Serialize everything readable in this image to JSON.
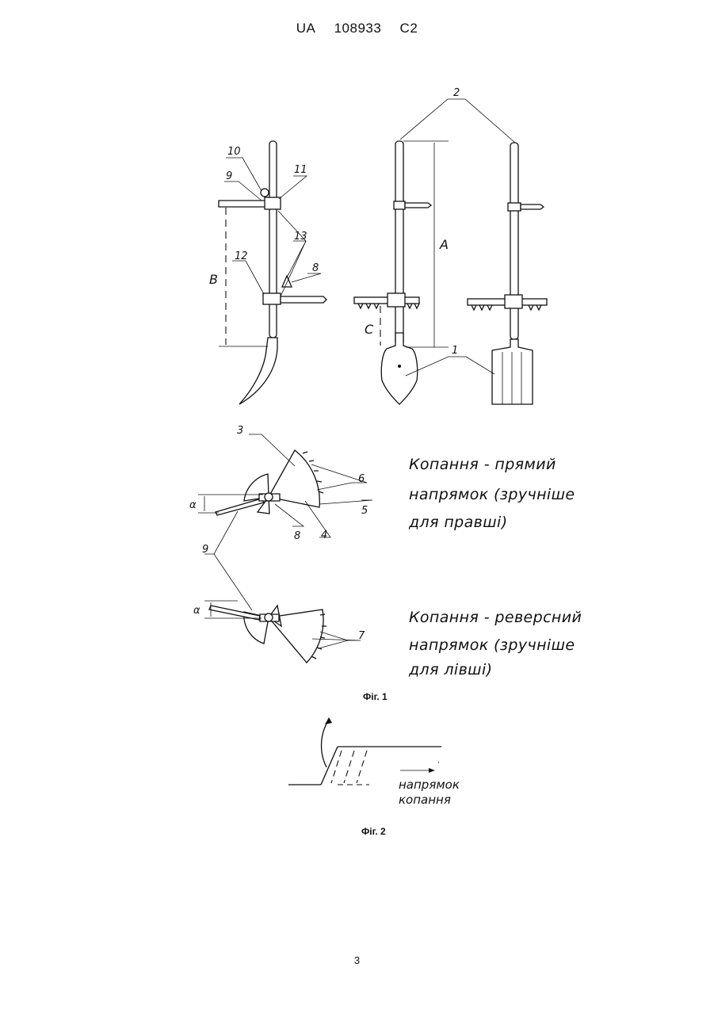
{
  "header": {
    "country": "UA",
    "number": "108933",
    "kind": "C2"
  },
  "fig1": {
    "caption": "Фіг. 1",
    "labels": [
      "1",
      "2",
      "3",
      "4",
      "5",
      "6",
      "7",
      "8",
      "9",
      "10",
      "11",
      "12",
      "13"
    ],
    "dims": {
      "A": "A",
      "B": "B",
      "C": "C",
      "alpha": "α"
    },
    "note_direct": [
      "Копання - прямий",
      "напрямок (зручніше",
      "для правші)"
    ],
    "note_reverse": [
      "Копання - реверсний",
      "напрямок (зручніше",
      "для лівші)"
    ]
  },
  "fig2": {
    "caption": "Фіг. 2",
    "note": [
      "напрямок",
      "копання"
    ]
  },
  "page_number": "3"
}
